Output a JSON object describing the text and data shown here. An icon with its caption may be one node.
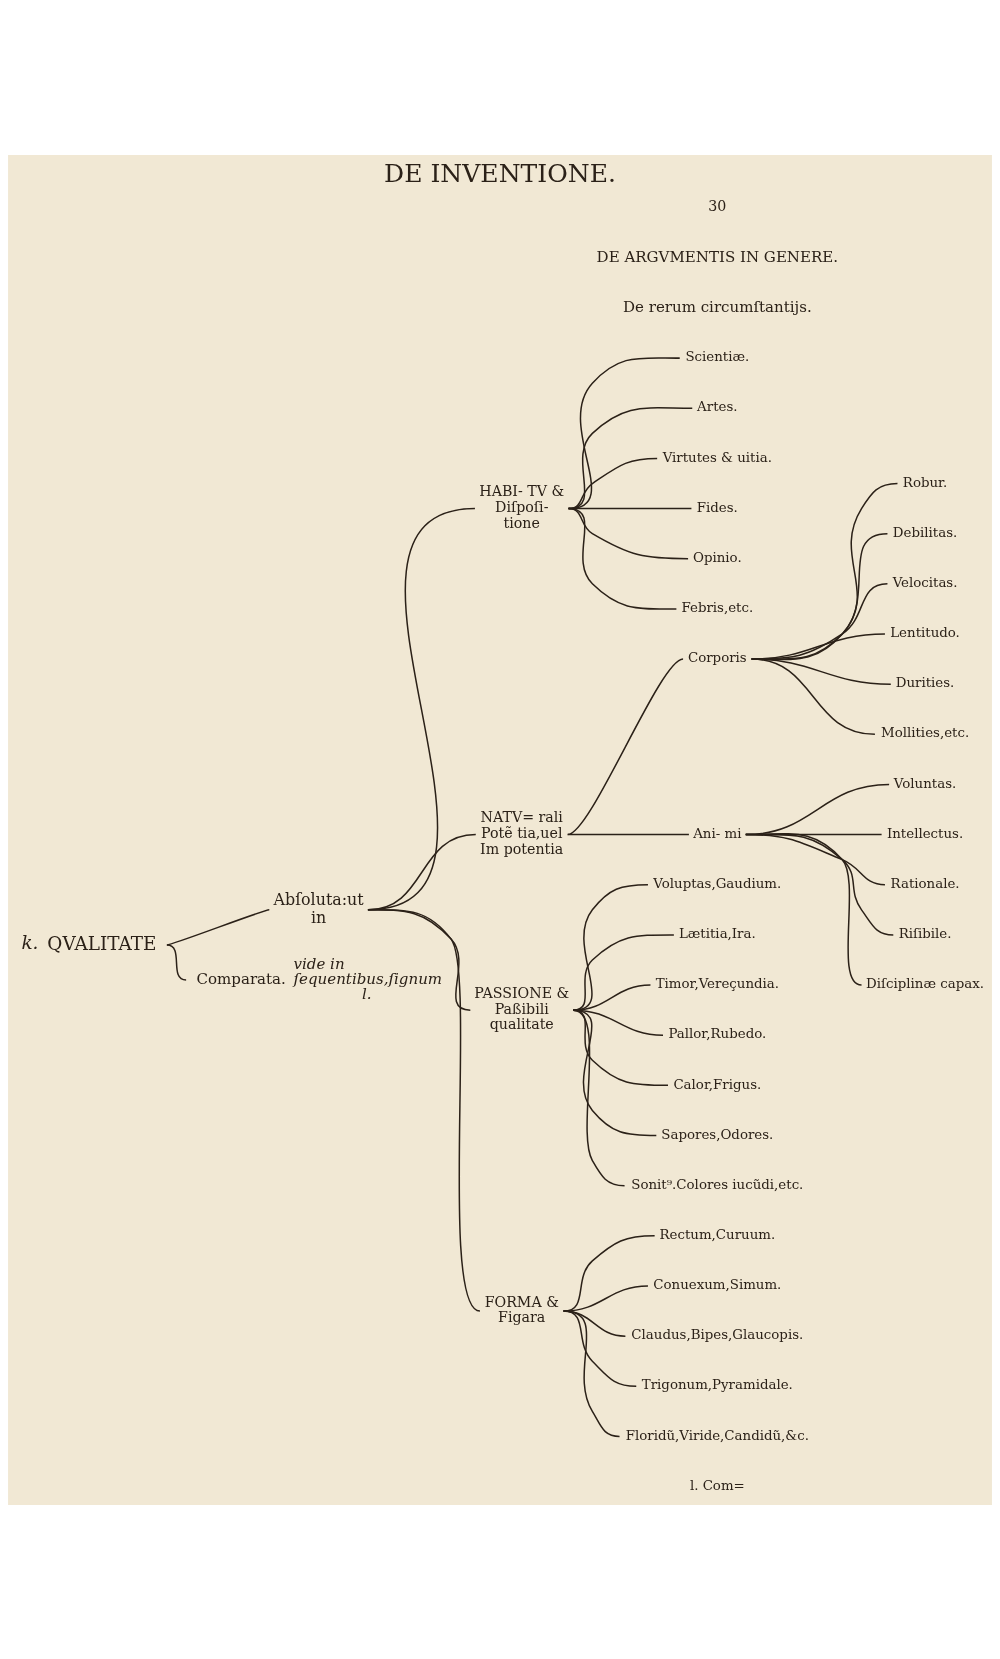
{
  "diagram": {
    "title": "DE INVENTIONE.",
    "nodes": [
      {
        "text": [
          "QVALITATE"
        ],
        "beside": [
          "k."
        ]
      },
      {
        "text": [
          "Abſoluta:ut in"
        ]
      },
      {
        "text": [
          "HABI- TV & Diſpoſi- tione"
        ]
      },
      {
        "text": [
          "Scientiæ."
        ]
      },
      {
        "text": [
          "Artes."
        ]
      },
      {
        "text": [
          "Virtutes & uitia."
        ]
      },
      {
        "text": [
          "Fides."
        ]
      },
      {
        "text": [
          "Opinio."
        ]
      },
      {
        "text": [
          "Febris,etc."
        ]
      },
      {
        "text": [
          "NATV= rali Potẽ tia,uel Im potentia"
        ]
      },
      {
        "text": [
          "Corporis"
        ]
      },
      {
        "text": [
          "Robur."
        ]
      },
      {
        "text": [
          "Debilitas."
        ]
      },
      {
        "text": [
          "Velocitas."
        ]
      },
      {
        "text": [
          "Lentitudo."
        ]
      },
      {
        "text": [
          "Durities."
        ]
      },
      {
        "text": [
          "Mollities,etc."
        ]
      },
      {
        "text": [
          "Ani- mi"
        ]
      },
      {
        "text": [
          "Voluntas."
        ]
      },
      {
        "text": [
          "Intellectus."
        ]
      },
      {
        "text": [
          "Rationale."
        ]
      },
      {
        "text": [
          "Riſibile."
        ]
      },
      {
        "text": [
          "Diſciplinæ capax."
        ]
      },
      {
        "text": [
          "PASSIONE & Paßibili qualitate"
        ]
      },
      {
        "text": [
          "Voluptas,Gaudium."
        ]
      },
      {
        "text": [
          "Lætitia,Ira."
        ]
      },
      {
        "text": [
          "Timor,Vereçundia."
        ]
      },
      {
        "text": [
          "Pallor,Rubedo."
        ]
      },
      {
        "text": [
          "Calor,Frigus."
        ]
      },
      {
        "text": [
          "Sapores,Odores."
        ]
      },
      {
        "text": [
          "Sonit⁹.Colores iucũdi,etc."
        ]
      },
      {
        "text": [
          "FORMA & Figara"
        ]
      },
      {
        "text": [
          "Rectum,Curuum."
        ]
      },
      {
        "text": [
          "Conuexum,Simum."
        ]
      },
      {
        "text": [
          "Claudus,Bipes,Glaucopis."
        ]
      },
      {
        "text": [
          "Trigonum,Pyramidale."
        ]
      },
      {
        "text": [
          "Floridũ,Viride,Candidũ,&c."
        ]
      },
      {
        "text": [
          "Comparata."
        ],
        "beside": [
          "vide in ſequentibus,ſignum l."
        ]
      }
    ],
    "edges": [
      {
        "from": 0,
        "to": 1,
        "arrow": "none"
      },
      {
        "from": 0,
        "to": 37,
        "arrow": "none"
      },
      {
        "from": 1,
        "to": 2,
        "arrow": "none"
      },
      {
        "from": 1,
        "to": 9,
        "arrow": "none"
      },
      {
        "from": 1,
        "to": 23,
        "arrow": "none"
      },
      {
        "from": 1,
        "to": 31,
        "arrow": "none"
      },
      {
        "from": 2,
        "to": 3,
        "arrow": "none"
      },
      {
        "from": 2,
        "to": 4,
        "arrow": "none"
      },
      {
        "from": 2,
        "to": 5,
        "arrow": "none"
      },
      {
        "from": 2,
        "to": 6,
        "arrow": "none"
      },
      {
        "from": 2,
        "to": 7,
        "arrow": "none"
      },
      {
        "from": 2,
        "to": 8,
        "arrow": "none"
      },
      {
        "from": 9,
        "to": 10,
        "arrow": "none"
      },
      {
        "from": 9,
        "to": 17,
        "arrow": "none"
      },
      {
        "from": 10,
        "to": 11,
        "arrow": "none"
      },
      {
        "from": 10,
        "to": 12,
        "arrow": "none"
      },
      {
        "from": 10,
        "to": 13,
        "arrow": "none"
      },
      {
        "from": 10,
        "to": 14,
        "arrow": "none"
      },
      {
        "from": 10,
        "to": 15,
        "arrow": "none"
      },
      {
        "from": 10,
        "to": 16,
        "arrow": "none"
      },
      {
        "from": 17,
        "to": 18,
        "arrow": "none"
      },
      {
        "from": 17,
        "to": 19,
        "arrow": "none"
      },
      {
        "from": 17,
        "to": 20,
        "arrow": "none"
      },
      {
        "from": 17,
        "to": 21,
        "arrow": "none"
      },
      {
        "from": 17,
        "to": 22,
        "arrow": "none"
      },
      {
        "from": 23,
        "to": 24,
        "arrow": "none"
      },
      {
        "from": 23,
        "to": 25,
        "arrow": "none"
      },
      {
        "from": 23,
        "to": 26,
        "arrow": "none"
      },
      {
        "from": 23,
        "to": 27,
        "arrow": "none"
      },
      {
        "from": 23,
        "to": 28,
        "arrow": "none"
      },
      {
        "from": 23,
        "to": 29,
        "arrow": "none"
      },
      {
        "from": 23,
        "to": 30,
        "arrow": "none"
      },
      {
        "from": 31,
        "to": 32,
        "arrow": "none"
      },
      {
        "from": 31,
        "to": 33,
        "arrow": "none"
      },
      {
        "from": 31,
        "to": 34,
        "arrow": "none"
      },
      {
        "from": 31,
        "to": 35,
        "arrow": "none"
      },
      {
        "from": 31,
        "to": 36,
        "arrow": "none"
      }
    ],
    "labels": [
      "30",
      "DE ARGVMENTIS IN GENERE.",
      "De rerum circumſtantijs.",
      "l. Com="
    ]
  }
}
